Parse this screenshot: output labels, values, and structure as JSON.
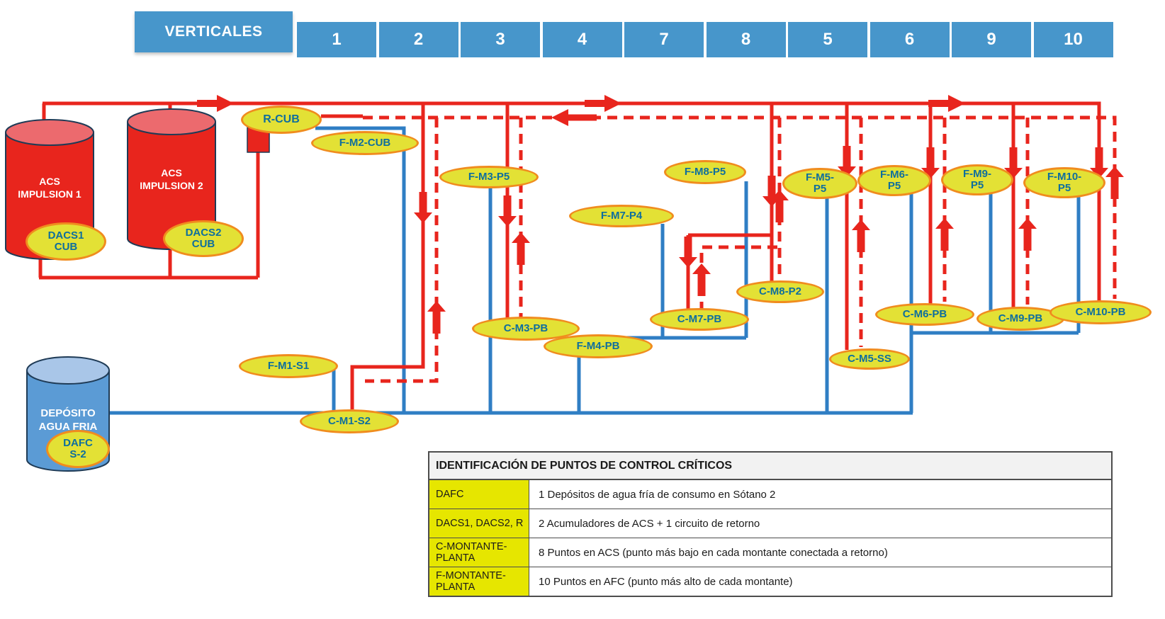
{
  "header": {
    "title": "VERTICALES",
    "columns": [
      "1",
      "2",
      "3",
      "4",
      "7",
      "8",
      "5",
      "6",
      "9",
      "10"
    ]
  },
  "tanks": {
    "acs_impulsion_1": "ACS\nIMPULSION 1",
    "acs_impulsion_2": "ACS\nIMPULSION 2",
    "deposito_agua_fria": "DEPÓSITO\nAGUA FRIA"
  },
  "points": {
    "dacs1_cub": "DACS1\nCUB",
    "dacs2_cub": "DACS2\nCUB",
    "dafc_s2": "DAFC\nS-2",
    "r_cub": "R-CUB",
    "f_m1_s1": "F-M1-S1",
    "c_m1_s2": "C-M1-S2",
    "f_m2_cub": "F-M2-CUB",
    "f_m3_p5": "F-M3-P5",
    "c_m3_pb": "C-M3-PB",
    "f_m4_pb": "F-M4-PB",
    "f_m5_p5": "F-M5-\nP5",
    "c_m5_ss": "C-M5-SS",
    "f_m6_p5": "F-M6-\nP5",
    "c_m6_pb": "C-M6-PB",
    "f_m7_p4": "F-M7-P4",
    "c_m7_pb": "C-M7-PB",
    "f_m8_p5": "F-M8-P5",
    "c_m8_p2": "C-M8-P2",
    "f_m9_p5": "F-M9-\nP5",
    "c_m9_pb": "C-M9-PB",
    "f_m10_p5": "F-M10-\nP5",
    "c_m10_pb": "C-M10-PB"
  },
  "table": {
    "title": "IDENTIFICACIÓN DE PUNTOS DE CONTROL CRÍTICOS",
    "rows": [
      {
        "key": "DAFC",
        "desc": "1 Depósitos de agua fría de consumo en Sótano 2"
      },
      {
        "key": "DACS1, DACS2, R",
        "desc": "2 Acumuladores de ACS + 1 circuito de retorno"
      },
      {
        "key": "C-MONTANTE-PLANTA",
        "desc": "8 Puntos en ACS (punto más bajo en cada montante conectada a retorno)"
      },
      {
        "key": "F-MONTANTE-PLANTA",
        "desc": "10 Puntos en AFC (punto más alto de cada montante)"
      }
    ]
  },
  "colors": {
    "header_blue": "#4796cb",
    "pipe_red": "#e8251d",
    "pipe_blue": "#2f7ec4",
    "label_fill": "#e3e135",
    "label_border": "#f08c1e",
    "label_text": "#0e6e9e",
    "table_key_yellow": "#e6e600"
  }
}
